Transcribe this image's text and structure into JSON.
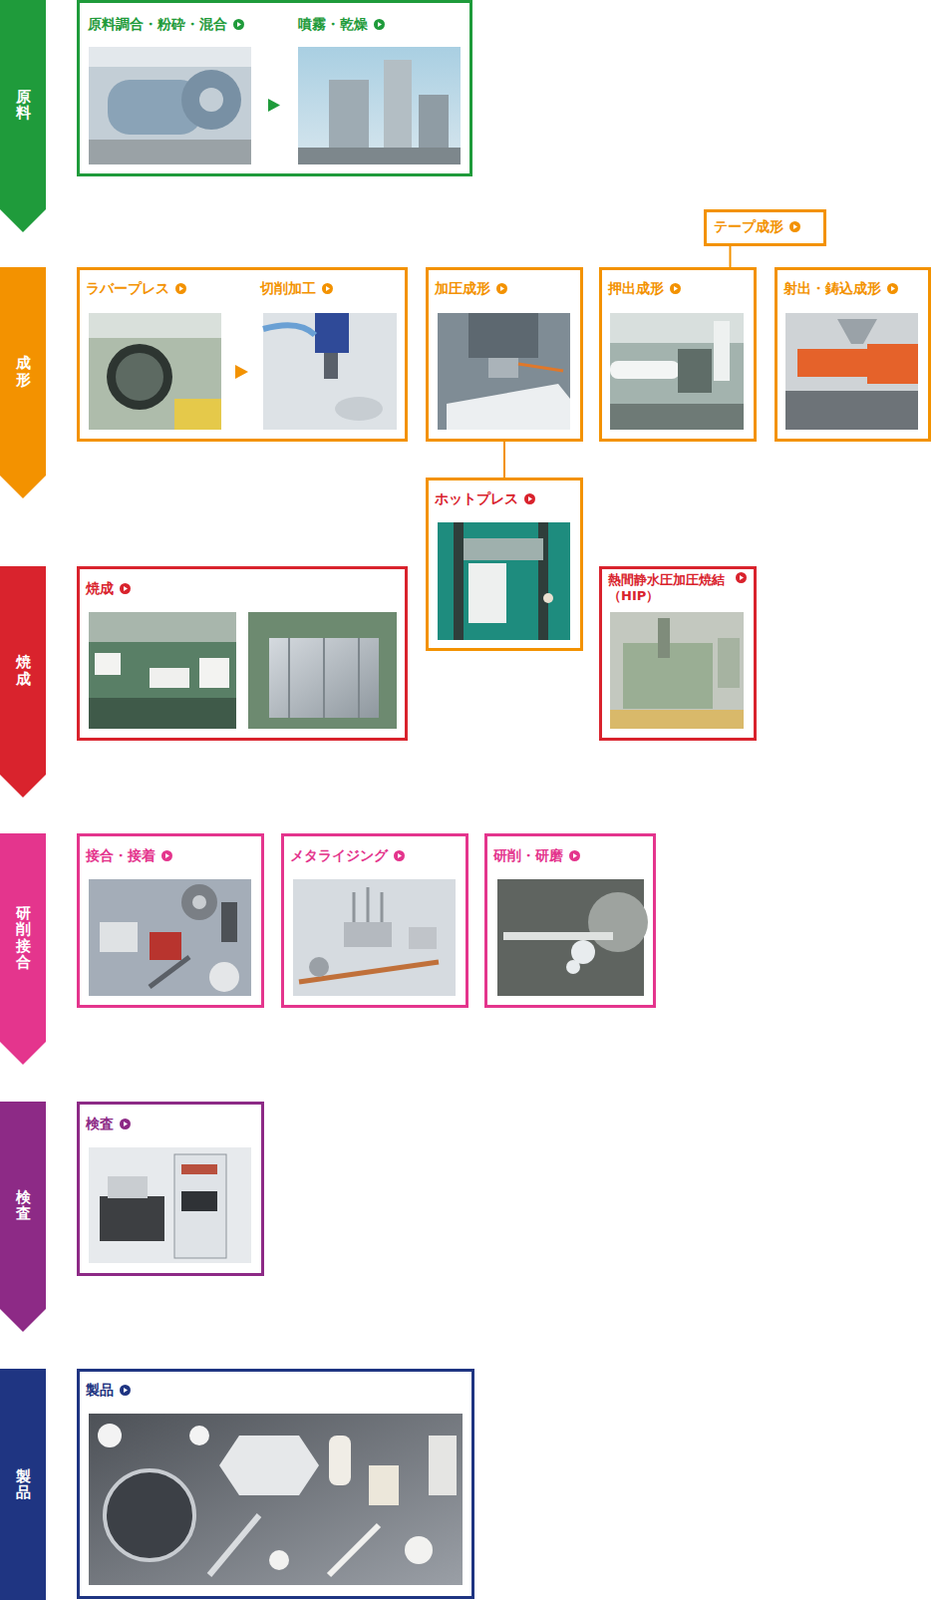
{
  "diagram": {
    "nodes": [
      {
        "text": [
          "原料"
        ]
      },
      {
        "text": [
          "原料調合・粉砕・混合",
          "噴霧・乾燥"
        ]
      },
      {
        "text": [
          "成形"
        ]
      },
      {
        "text": [
          "テープ成形"
        ]
      },
      {
        "text": [
          "ラバープレス",
          "切削加工"
        ]
      },
      {
        "text": [
          "加圧成形"
        ]
      },
      {
        "text": [
          "押出成形"
        ]
      },
      {
        "text": [
          "射出・鋳込成形"
        ]
      },
      {
        "text": [
          "ホットプレス"
        ]
      },
      {
        "text": [
          "焼成"
        ]
      },
      {
        "text": [
          "焼成"
        ]
      },
      {
        "text": [
          "熱間静水圧加圧焼結（HIP）"
        ]
      },
      {
        "text": [
          "研削接合"
        ]
      },
      {
        "text": [
          "接合・接着"
        ]
      },
      {
        "text": [
          "メタライジング"
        ]
      },
      {
        "text": [
          "研削・研磨"
        ]
      },
      {
        "text": [
          "検査"
        ]
      },
      {
        "text": [
          "検査"
        ]
      },
      {
        "text": [
          "製品"
        ]
      },
      {
        "text": [
          "製品"
        ]
      }
    ],
    "edges": [
      {
        "from": 3,
        "to": 6,
        "arrow": "none"
      },
      {
        "from": 5,
        "to": 8,
        "arrow": "none"
      }
    ]
  }
}
